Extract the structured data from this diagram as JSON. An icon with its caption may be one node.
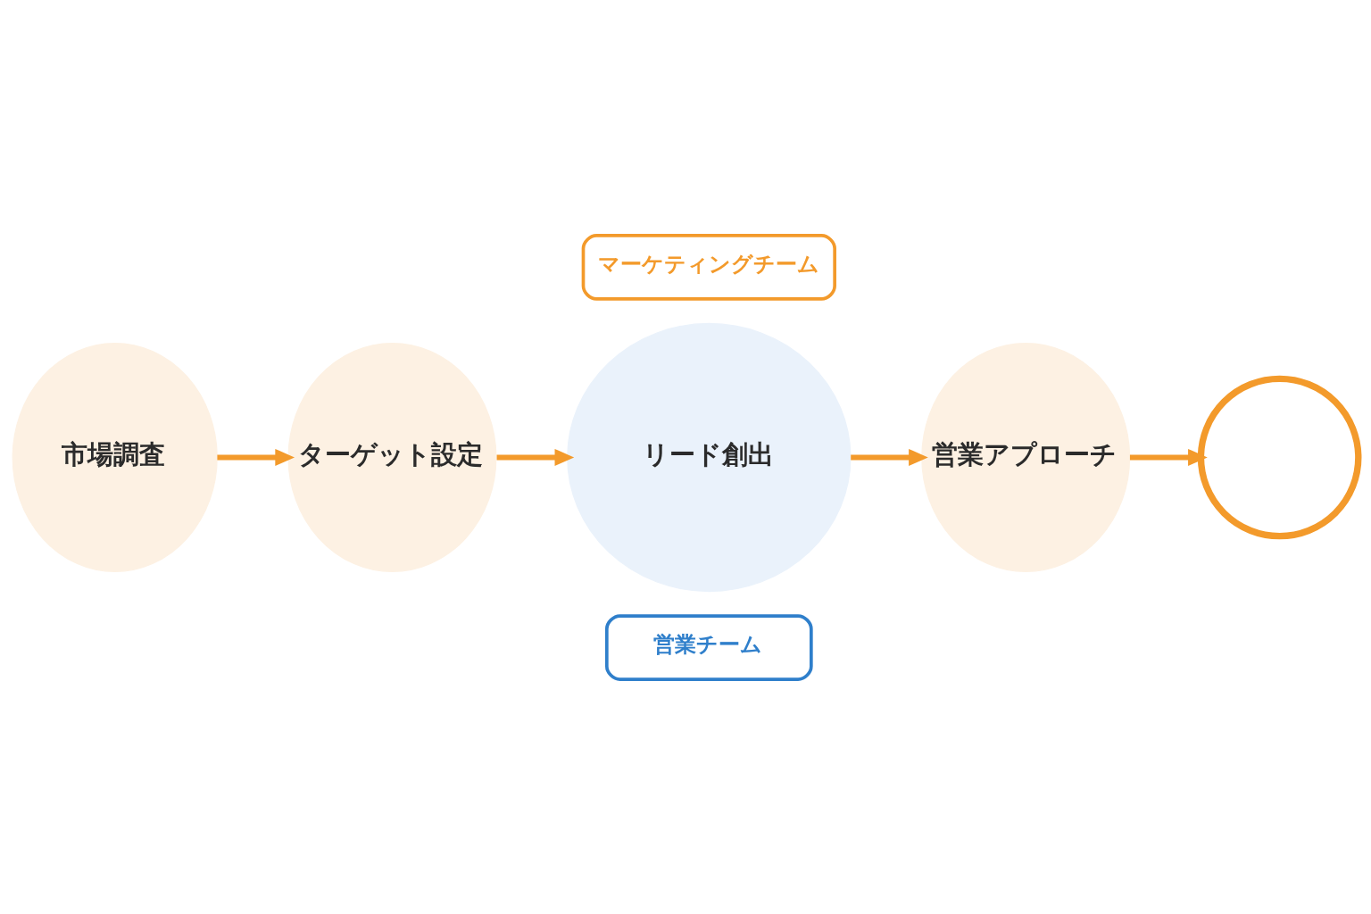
{
  "diagram": {
    "nodes": [
      {
        "text": [
          "市場調査"
        ]
      },
      {
        "text": [
          "ターゲット設定"
        ]
      },
      {
        "text": [
          "リード創出"
        ]
      },
      {
        "text": [
          "マーケティングチーム"
        ]
      },
      {
        "text": [
          "営業チーム"
        ]
      },
      {
        "text": [
          "営業アプローチ"
        ]
      },
      {
        "text": [],
        "shape": "circle"
      }
    ],
    "edges": [
      {
        "from": 0,
        "to": 1,
        "arrow": "to"
      },
      {
        "from": 1,
        "to": 2,
        "arrow": "to"
      },
      {
        "from": 2,
        "to": 5,
        "arrow": "to"
      },
      {
        "from": 5,
        "to": 6,
        "arrow": "to"
      }
    ]
  }
}
